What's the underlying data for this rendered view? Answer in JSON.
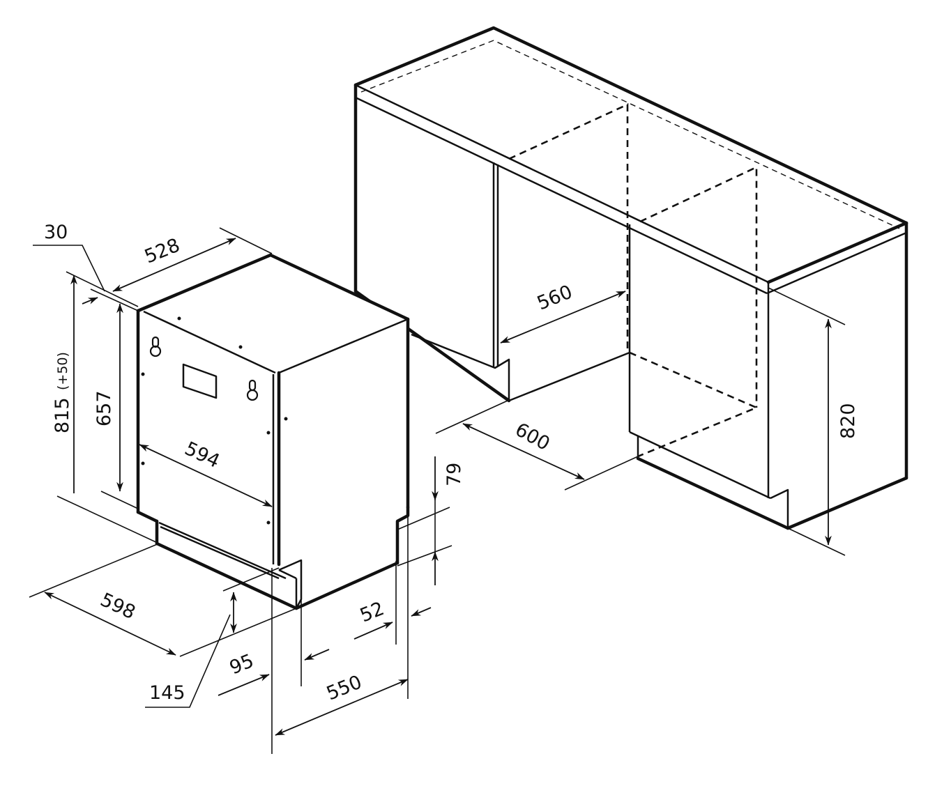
{
  "diagram": {
    "subject": "Built-in dishwasher installation dimensions",
    "units": "mm",
    "appliance_dimensions": {
      "top_offset": "30",
      "depth_top": "528",
      "total_height": "815",
      "height_adjustment": "(+50)",
      "body_height": "657",
      "width": "594",
      "base_depth": "598",
      "plinth_height": "79",
      "door_depth": "52",
      "plinth_offset": "95",
      "plinth_vertical": "145",
      "depth": "550"
    },
    "niche_dimensions": {
      "niche_depth": "560",
      "niche_width": "600",
      "niche_height": "820"
    },
    "colors": {
      "line": "#111111",
      "background": "#ffffff"
    }
  }
}
